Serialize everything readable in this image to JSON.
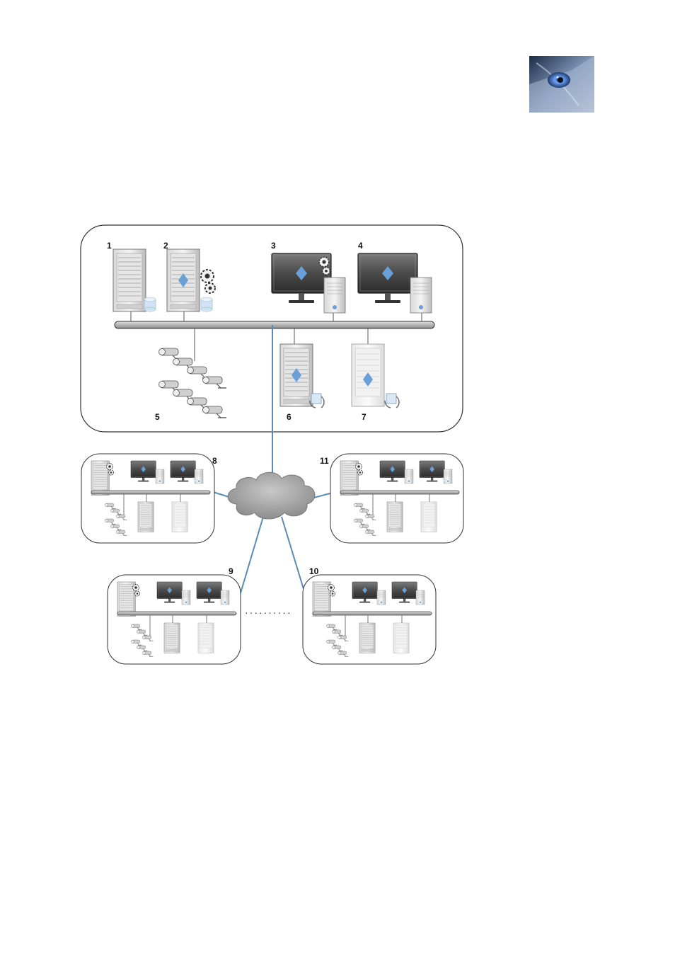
{
  "colors": {
    "link": "#5b8bb5",
    "accent": "#6aa0d8",
    "bus": "#b8b8b8",
    "frame": "#333333"
  },
  "logo": {
    "name": "wolf-eye-logo"
  },
  "diagram": {
    "labels": {
      "n1": "1",
      "n2": "2",
      "n3": "3",
      "n4": "4",
      "n5": "5",
      "n6": "6",
      "n7": "7",
      "n8": "8",
      "n9": "9",
      "n10": "10",
      "n11": "11"
    },
    "ellipsis": "··········"
  }
}
